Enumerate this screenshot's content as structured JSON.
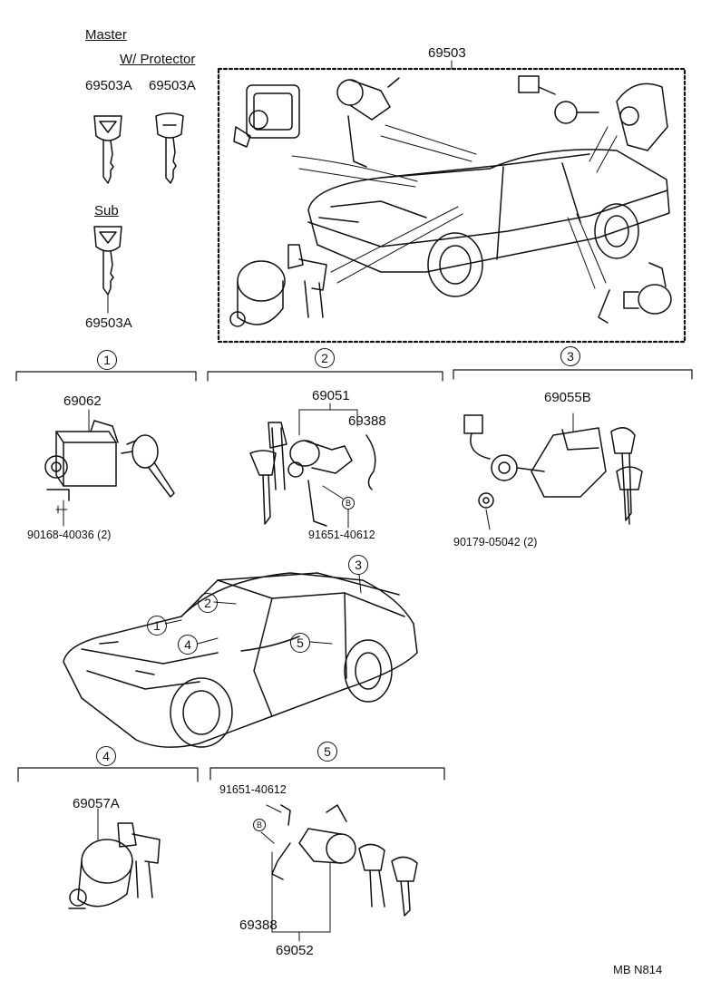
{
  "keys": {
    "master_label": "Master",
    "protector_label": "W/ Protector",
    "master_part": "69503A",
    "protector_part": "69503A",
    "sub_label": "Sub",
    "sub_part": "69503A"
  },
  "kit": {
    "part": "69503"
  },
  "group1": {
    "number": "1",
    "part_main": "69062",
    "part_screw": "90168-40036 (2)"
  },
  "group2": {
    "number": "2",
    "part_main": "69051",
    "part_clip": "69388",
    "part_b": "91651-40612",
    "b_mark": "B"
  },
  "group3": {
    "number": "3",
    "part_main": "69055B",
    "part_nut": "90179-05042 (2)"
  },
  "car_callouts": [
    "1",
    "2",
    "3",
    "4",
    "5"
  ],
  "group4": {
    "number": "4",
    "part_main": "69057A"
  },
  "group5": {
    "number": "5",
    "part_b": "91651-40612",
    "b_mark": "B",
    "part_clip": "69388",
    "part_main": "69052"
  },
  "footer": {
    "code": "MB  N814"
  }
}
